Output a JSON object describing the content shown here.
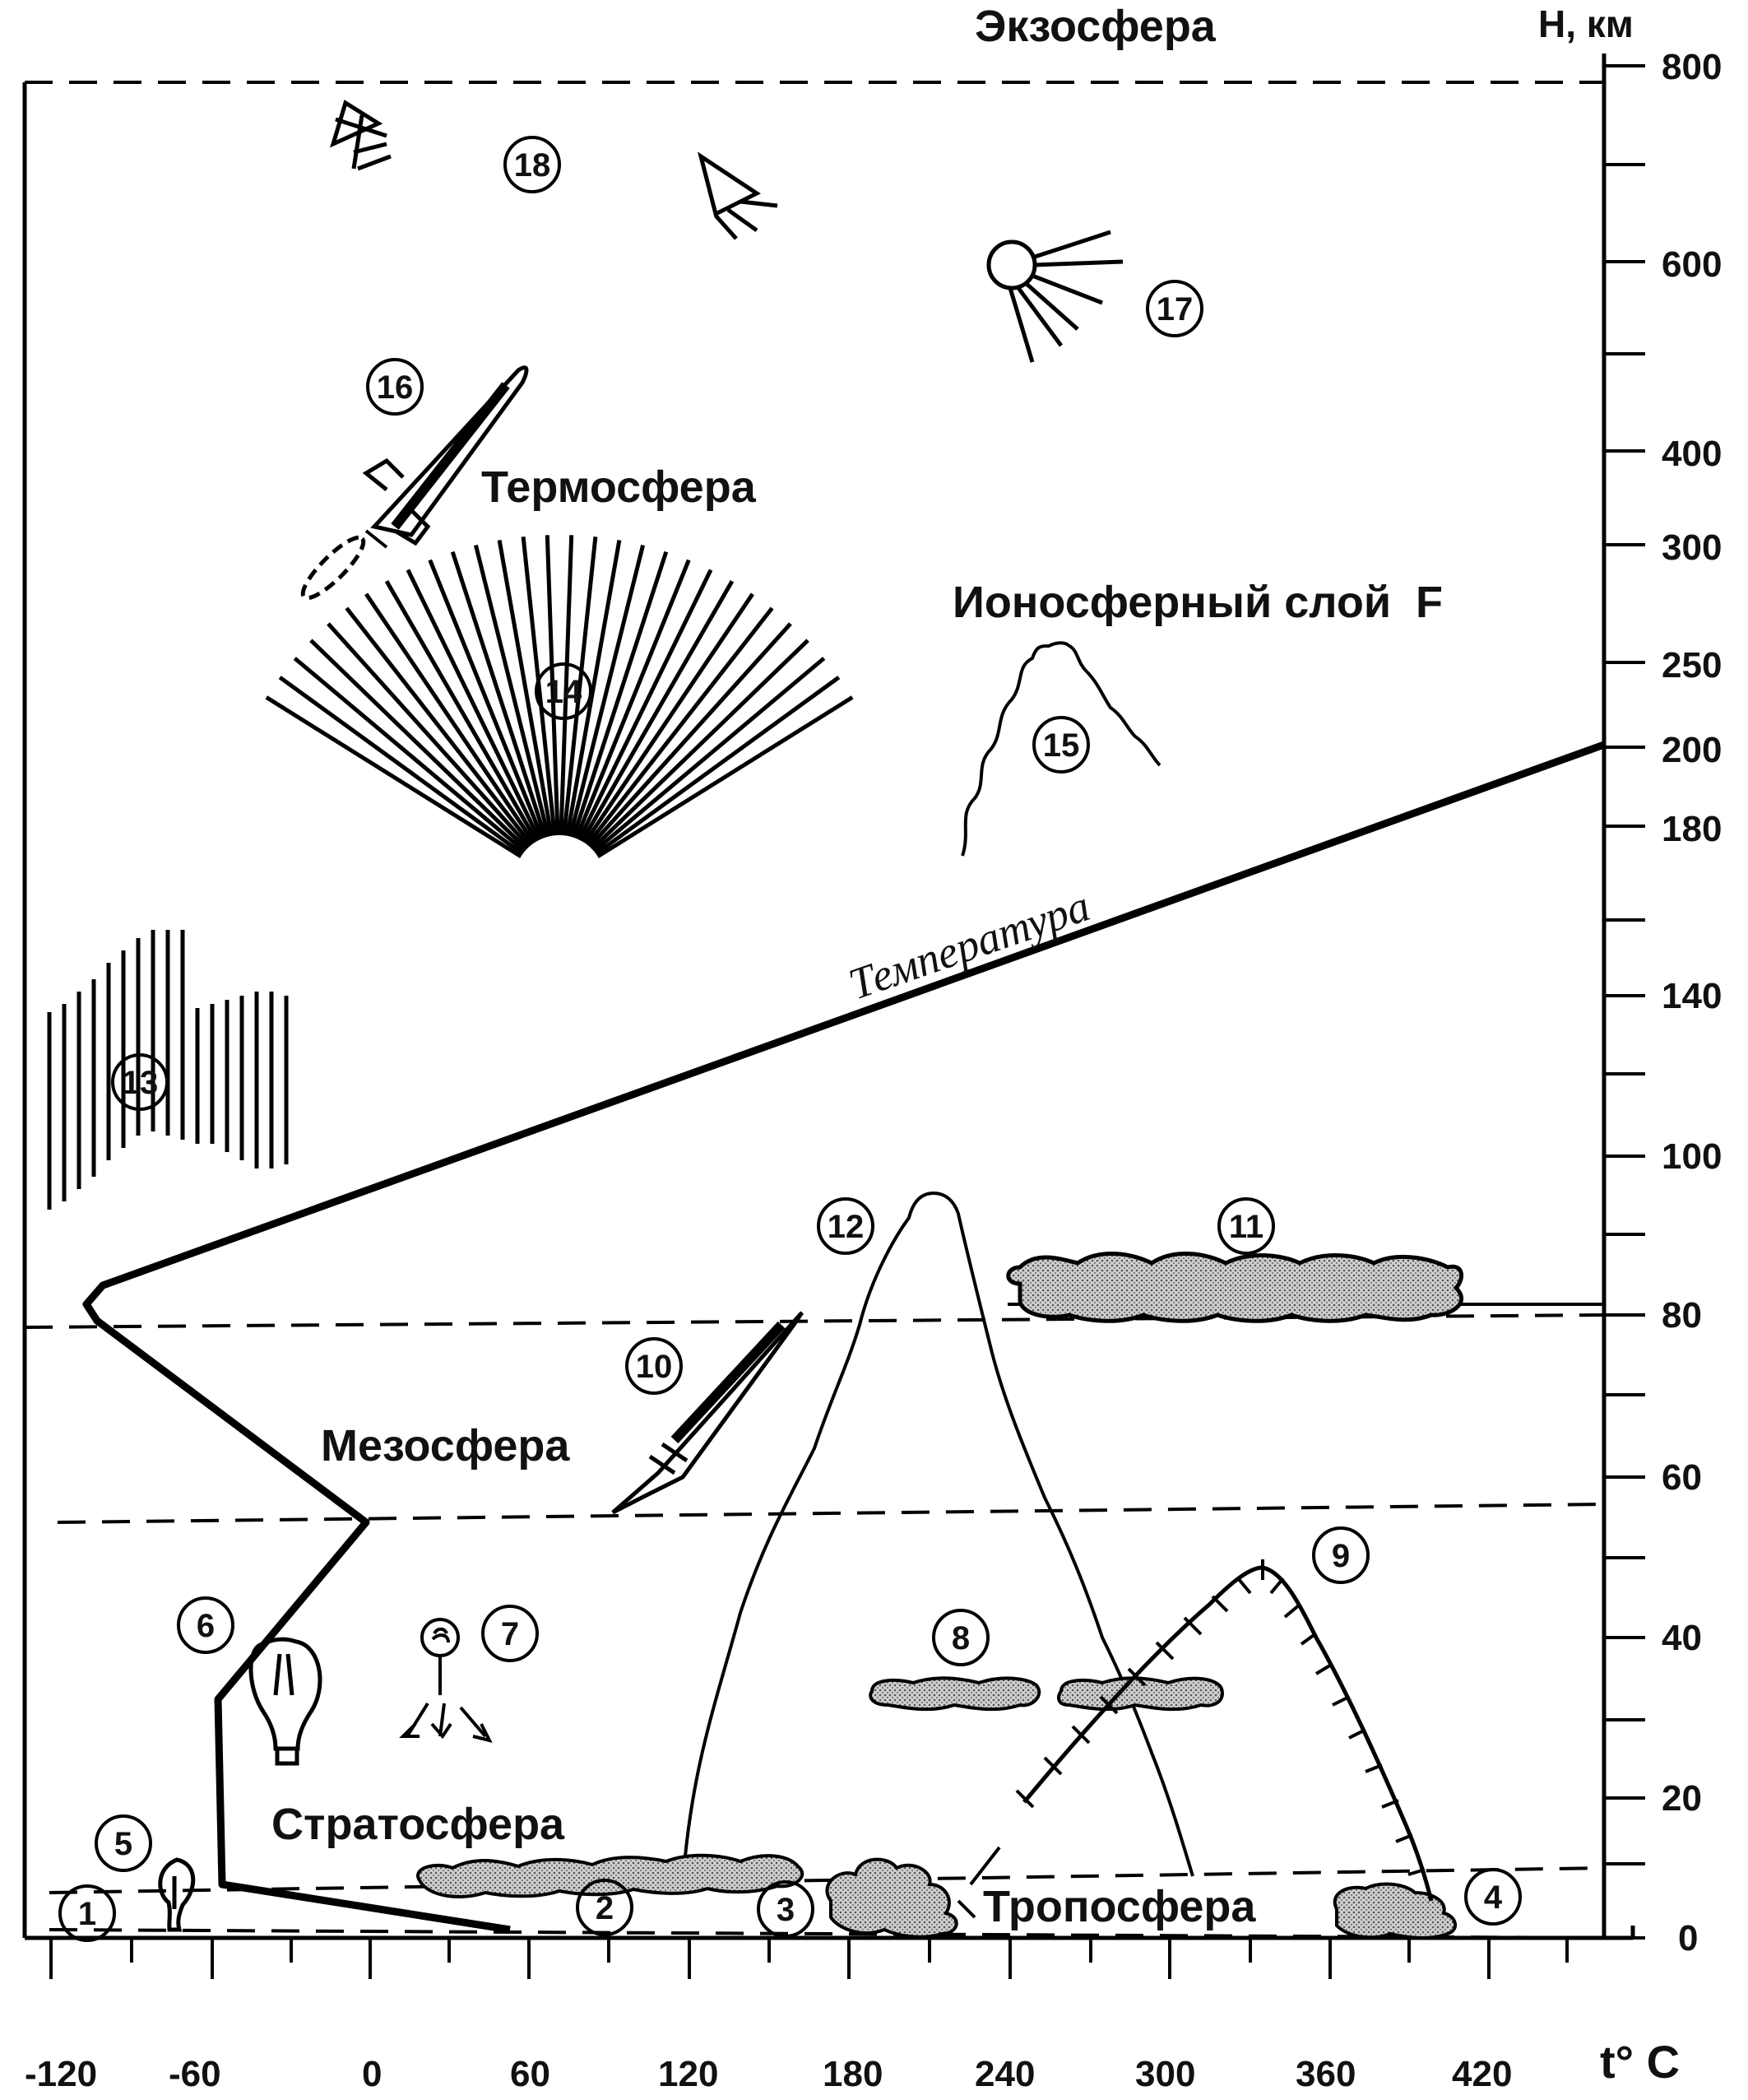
{
  "title": "Экзосфера",
  "layers": {
    "thermosphere": "Термосфера",
    "ionosphere": "Ионосферный слой  F",
    "mesosphere": "Мезосфера",
    "stratosphere": "Стратосфера",
    "troposphere": "Тропосфера"
  },
  "temperature_label": "Температура",
  "y_axis": {
    "title": "Н, км",
    "ticks": [
      "800",
      "600",
      "400",
      "300",
      "250",
      "200",
      "180",
      "140",
      "100",
      "80",
      "60",
      "40",
      "20",
      "0"
    ]
  },
  "x_axis": {
    "title": "t° C",
    "ticks": [
      "-120",
      "-60",
      "0",
      "60",
      "120",
      "180",
      "240",
      "300",
      "360",
      "420"
    ]
  },
  "markers": [
    "1",
    "2",
    "3",
    "4",
    "5",
    "6",
    "7",
    "8",
    "9",
    "10",
    "11",
    "12",
    "13",
    "14",
    "15",
    "16",
    "17",
    "18"
  ]
}
